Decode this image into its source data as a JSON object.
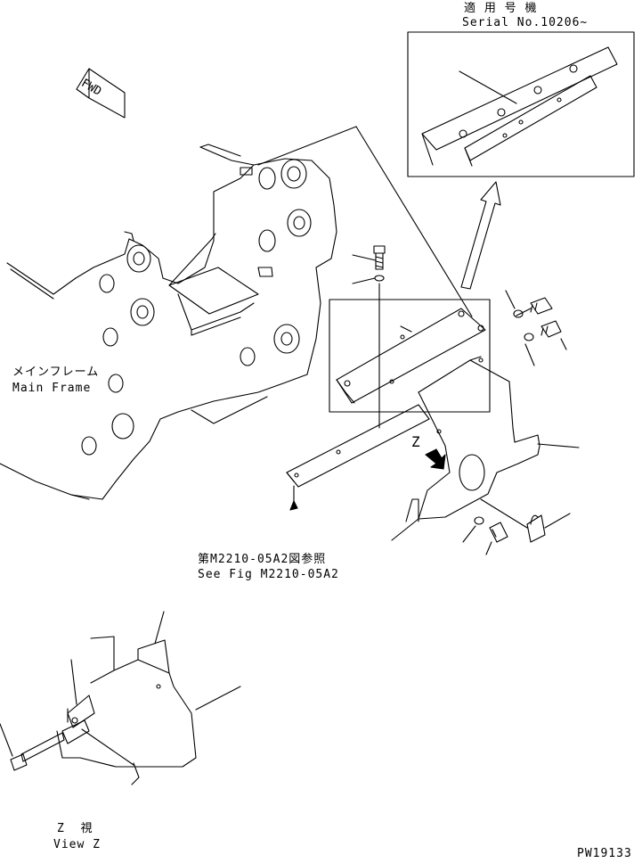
{
  "header": {
    "applicable_jp": "適 用 号 機",
    "serial": "Serial No.10206~"
  },
  "fwd_tag": "FWD",
  "main_frame": {
    "label_jp": "メインフレーム",
    "label_en": "Main Frame"
  },
  "reference": {
    "label_jp": "第M2210-05A2図参照",
    "label_en": "See Fig M2210-05A2"
  },
  "z_marker": "Z",
  "view": {
    "label_jp": "Z  視",
    "label_en": "View Z"
  },
  "drawing_code": "PW19133"
}
